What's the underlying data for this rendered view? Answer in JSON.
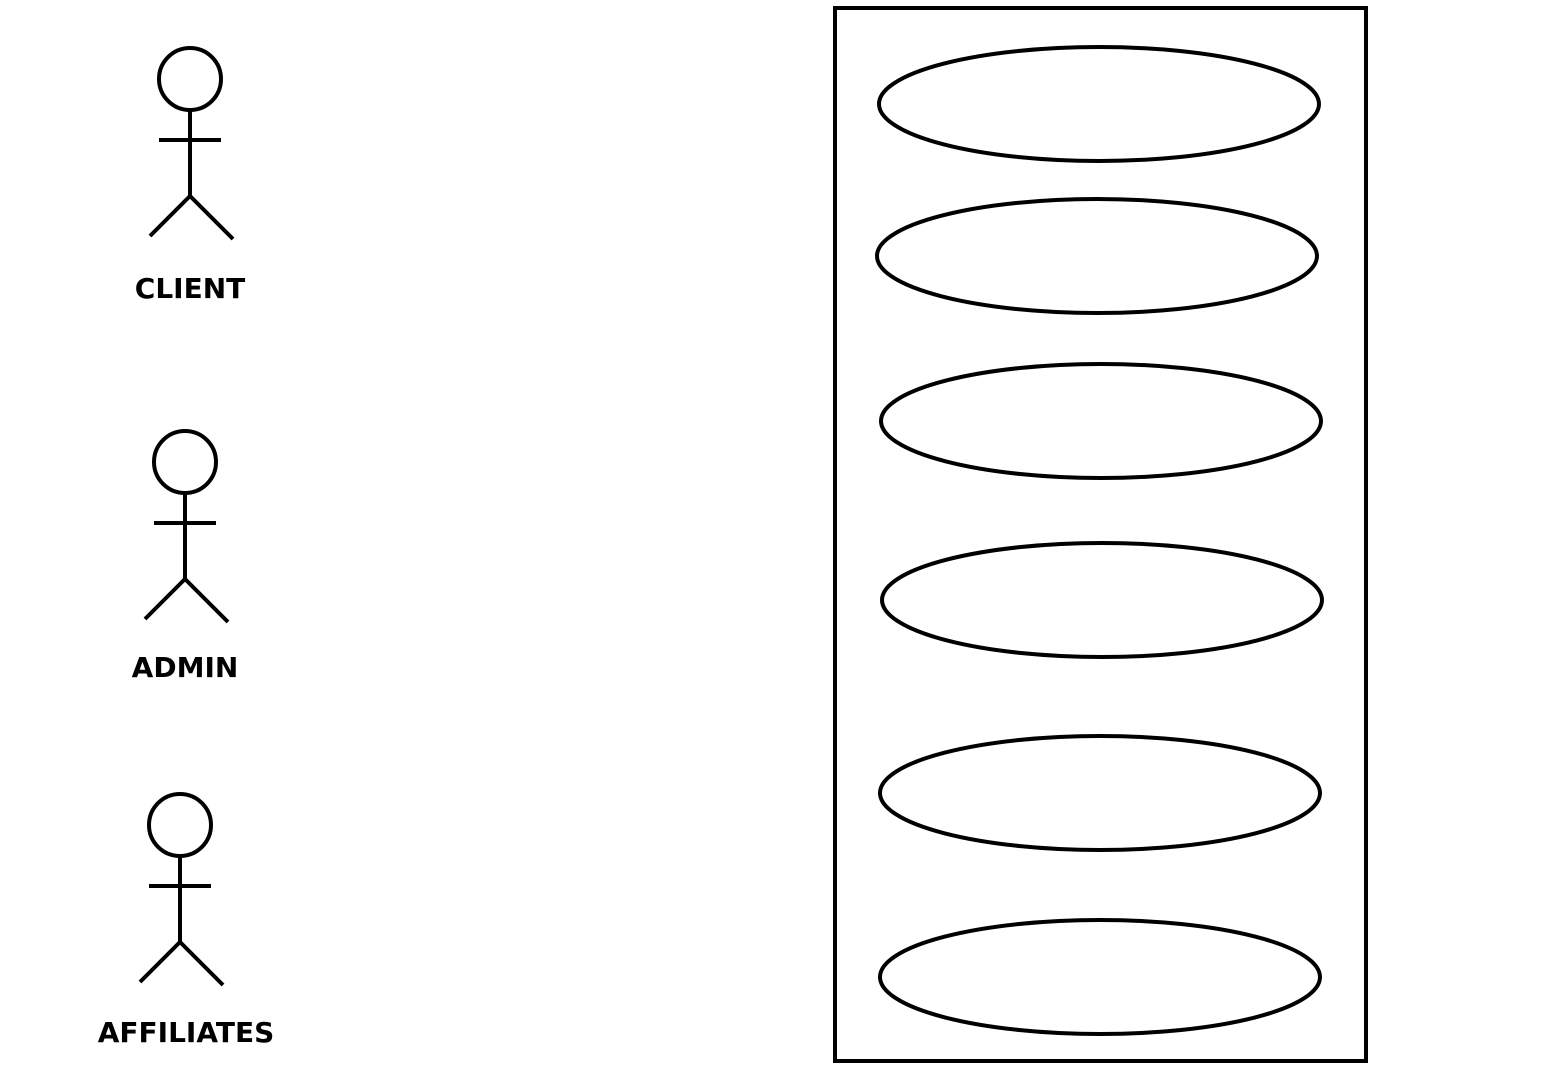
{
  "diagram": {
    "type": "use-case",
    "line_color": "#000000",
    "background": "#ffffff",
    "actors": [
      {
        "label": "CLIENT"
      },
      {
        "label": "ADMIN"
      },
      {
        "label": "AFFILIATES"
      }
    ],
    "system_boundary": {
      "label": ""
    },
    "use_cases": [
      {
        "label": ""
      },
      {
        "label": ""
      },
      {
        "label": ""
      },
      {
        "label": ""
      },
      {
        "label": ""
      },
      {
        "label": ""
      }
    ]
  }
}
